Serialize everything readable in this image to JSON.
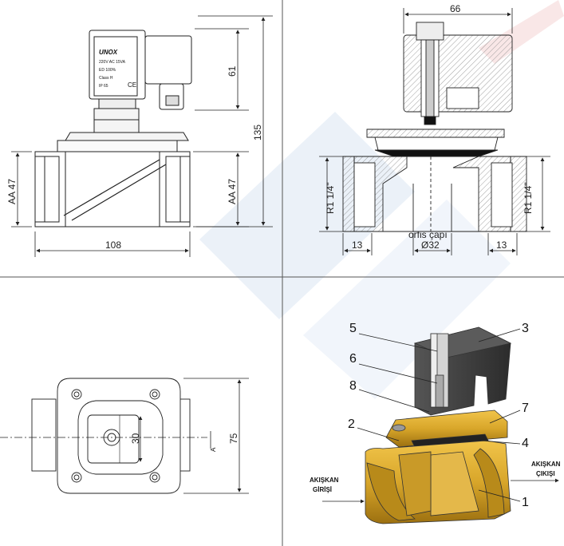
{
  "views": {
    "front": {
      "dim_width": "108",
      "dim_height_total": "135",
      "dim_coil_height": "61",
      "dim_body_left": "AA 47",
      "dim_body_right": "AA 47",
      "coil_label": {
        "brand": "UNOX",
        "spec1": "220V AC 15VA",
        "spec2": "ED    100%",
        "spec3": "Class H",
        "spec4": "IP 65",
        "mark": "CE"
      }
    },
    "section": {
      "dim_top": "66",
      "thread_left": "R1 1/4\"",
      "thread_right": "R1 1/4\"",
      "orifice_label": "orfis çapı",
      "orifice_dim": "Ø32",
      "dim_left_13": "13",
      "dim_right_13": "13"
    },
    "top": {
      "dim_height": "75",
      "dim_center": "30",
      "section_mark": "A"
    },
    "isometric": {
      "callouts": [
        "5",
        "3",
        "6",
        "8",
        "7",
        "2",
        "4",
        "1"
      ],
      "inlet_line1": "AKIŞKAN",
      "inlet_line2": "GİRİŞİ",
      "outlet_line1": "AKIŞKAN",
      "outlet_line2": "ÇIKIŞI"
    }
  },
  "colors": {
    "brass": "#d8a62a",
    "brass_dark": "#a87a12",
    "coil": "#3b3b3b",
    "steel": "#c9c9c9",
    "watermark": "#dbe6f3"
  }
}
